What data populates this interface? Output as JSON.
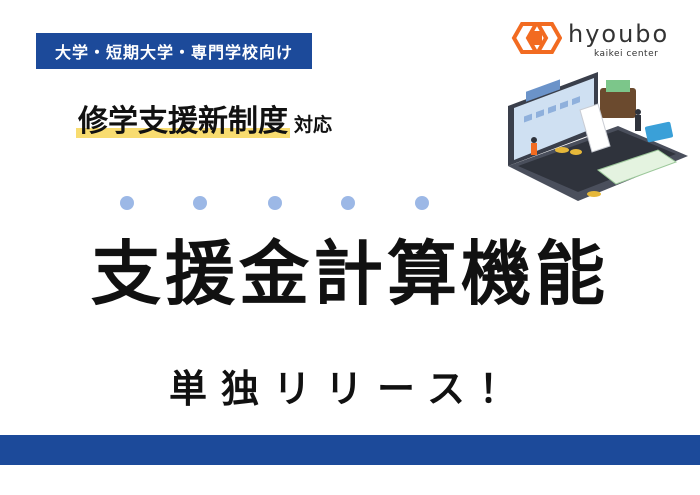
{
  "badge": {
    "text": "大学・短期大学・専門学校向け"
  },
  "logo": {
    "wordmark": "hyoubo",
    "tagline": "kaikei center",
    "accent_color": "#f26b21"
  },
  "headline": {
    "main": "修学支援新制度",
    "suffix": "対応",
    "highlight_color": "#f8dc70"
  },
  "decoration": {
    "dot_count": 5,
    "dot_color": "#9cb8e6"
  },
  "title": {
    "text": "支援金計算機能"
  },
  "release": {
    "text": "単独リリース！"
  },
  "footer_bar": {
    "color": "#1c4a9a"
  },
  "illustration": {
    "icon": "laptop-finance-illustration"
  }
}
